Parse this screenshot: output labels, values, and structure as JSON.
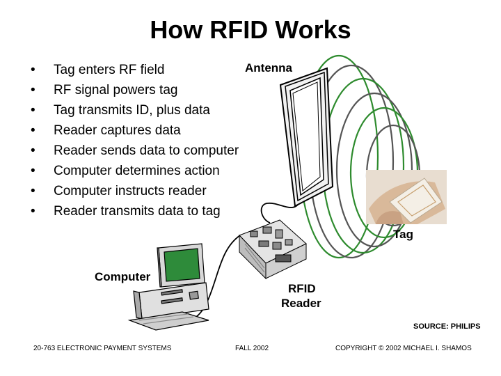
{
  "title": "How RFID Works",
  "bullets": [
    "Tag enters RF field",
    "RF signal powers tag",
    "Tag transmits ID, plus data",
    "Reader captures data",
    "Reader sends data to computer",
    "Computer determines action",
    "Computer instructs reader",
    "Reader transmits data to tag"
  ],
  "labels": {
    "antenna": "Antenna",
    "tag": "Tag",
    "computer": "Computer",
    "reader_line1": "RFID",
    "reader_line2": "Reader",
    "source": "SOURCE: PHILIPS"
  },
  "footer": {
    "course": "20-763 ELECTRONIC PAYMENT SYSTEMS",
    "term": "FALL 2002",
    "copyright": "COPYRIGHT © 2002 MICHAEL I. SHAMOS"
  },
  "colors": {
    "field_green": "#2e8b2e",
    "field_gray": "#555555",
    "screen_green": "#2e8b3a"
  }
}
